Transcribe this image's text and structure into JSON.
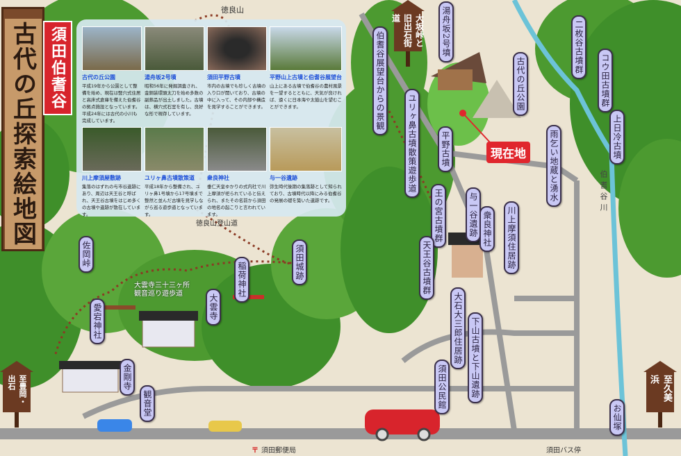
{
  "map": {
    "title": "古代の丘探索絵地図",
    "subtitle": "須田伯耆谷",
    "current_location": "現在地",
    "colors": {
      "hill": "#3f8f2a",
      "road": "#9a9a9a",
      "river": "#6cc3d8",
      "label_bg": "#c9c8f5",
      "accent": "#e0262d",
      "background": "#ece4d2"
    }
  },
  "info_panel": {
    "cards": [
      {
        "title": "古代の丘公園",
        "desc": "平成19年から公園として整備を始め、現在は竪穴式住居と高床式倉庫を備えた伯耆谷の拠点施設となっています。平成24年には古代の小川も完成しています。"
      },
      {
        "title": "湯舟坂2号墳",
        "desc": "昭和56年に発掘調査され、金銅装環頭太刀を始め多数の副葬品が出土しました。古墳は、横穴式石室を有し、良好な形で現存しています。"
      },
      {
        "title": "須田平野古墳",
        "desc": "市内の古墳でも珍しく古墳の入り口が開いており、古墳の中に入って、その内部や構造を見学することができます。"
      },
      {
        "title": "平野山上古墳と伯耆谷展望台",
        "desc": "山上にある古墳で伯耆谷の農村風景を一望するとともに、天気が良ければ、遠くに日本海や太鼓山を望むことができます。"
      },
      {
        "title": "川上摩須屋敷跡",
        "desc": "集落のはずれの与市谷遺跡にあり、周辺は天王谷と呼ばれ、天王谷古墳をはじめ多くの古墳や遺跡が散在しています。"
      },
      {
        "title": "ユリヶ鼻古墳散策道",
        "desc": "平成18年から整備され、ユリヶ鼻1号墳から17号墳まで整然と並んだ古墳を見学しながら巡る遊歩道となっています。"
      },
      {
        "title": "衆良神社",
        "desc": "垂仁天皇ゆかりの式内社で川上摩須が祀られていると伝えられ、またその名前から須田の地名の起こりと言われています。"
      },
      {
        "title": "与一谷遺跡",
        "desc": "弥生時代後期の集落跡として知られており、古墳時代以降にみる伯耆谷の発展の礎を築いた遺跡です。"
      }
    ]
  },
  "labels": {
    "tokurayama": "徳良山",
    "yufunezaka": "湯舟坂2号墳",
    "tenbodai": "伯耆谷展望台からの景観",
    "kodai_park": "古代の丘公園",
    "nimaidani": "二枚谷古墳群",
    "kouda": "コウ田古墳群",
    "kamihiyashi": "上日冷古墳",
    "amagoi": "雨乞い地蔵と湧水",
    "yurigahana": "ユリヶ鼻古墳散策遊歩道",
    "hirano": "平野古墳",
    "ounomiya": "王の宮古墳群",
    "yoichidani": "与一谷遺跡",
    "shura": "衆良神社",
    "kawakami": "川上摩須住居跡",
    "tennodani": "天王谷古墳群",
    "oishi": "大石大三郎住居跡",
    "shimoyama": "下山古墳と下山遺跡",
    "kominkan": "須田公民館",
    "sudajo": "須田城跡",
    "inari": "稲荷神社",
    "daiunji": "大雲寺",
    "saoka": "佐岡峠",
    "atago": "愛宕神社",
    "kongoji": "金剛寺",
    "kannondo": "観音堂",
    "osenzuka": "お仙塚"
  },
  "plain_text": {
    "river": "伯耆谷川",
    "trail": "徳良山登山道",
    "kannon_trail_1": "大雲寺三十三ヶ所",
    "kannon_trail_2": "観音巡り遊歩道",
    "post_office_mark": "〒",
    "post_office": "須田郵便局",
    "bus_stop": "須田バス停"
  },
  "signs": {
    "osaka": "大坂峠と旧出石街道",
    "toyooka": "至豊岡・出石",
    "kumihama": "至久美浜"
  }
}
